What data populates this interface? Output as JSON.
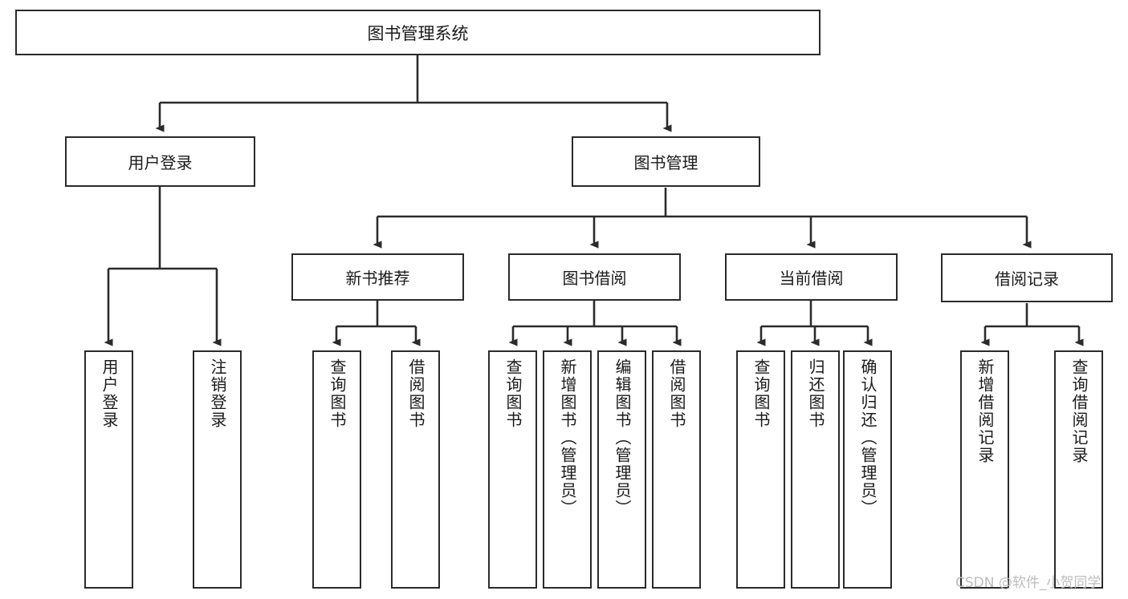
{
  "diagram": {
    "type": "tree-hierarchy",
    "title": "图书管理系统",
    "root": {
      "label": "图书管理系统"
    },
    "level2": [
      {
        "key": "user-login",
        "label": "用户登录"
      },
      {
        "key": "book-manage",
        "label": "图书管理"
      }
    ],
    "groups": [
      {
        "key": "new-book-recommend",
        "label": "新书推荐"
      },
      {
        "key": "book-borrow",
        "label": "图书借阅"
      },
      {
        "key": "current-borrow",
        "label": "当前借阅"
      },
      {
        "key": "borrow-record",
        "label": "借阅记录"
      }
    ],
    "leaves": {
      "user_login": [
        {
          "key": "user-login-leaf",
          "label": "用户登录"
        },
        {
          "key": "logout-leaf",
          "label": "注销登录"
        }
      ],
      "new_book_recommend": [
        {
          "key": "query-book-1",
          "label": "查询图书"
        },
        {
          "key": "borrow-book-1",
          "label": "借阅图书"
        }
      ],
      "book_borrow": [
        {
          "key": "query-book-2",
          "label": "查询图书"
        },
        {
          "key": "add-book",
          "label": "新增图书（管理员）"
        },
        {
          "key": "edit-book",
          "label": "编辑图书（管理员）"
        },
        {
          "key": "borrow-book-2",
          "label": "借阅图书"
        }
      ],
      "current_borrow": [
        {
          "key": "query-book-3",
          "label": "查询图书"
        },
        {
          "key": "return-book",
          "label": "归还图书"
        },
        {
          "key": "confirm-return",
          "label": "确认归还（管理员）"
        }
      ],
      "borrow_record": [
        {
          "key": "add-borrow-record",
          "label": "新增借阅记录"
        },
        {
          "key": "query-borrow-record",
          "label": "查询借阅记录"
        }
      ]
    }
  },
  "watermark": {
    "text": "CSDN @软件_小贺同学"
  },
  "colors": {
    "stroke": "#2b2b2b",
    "box_fill": "#ffffff",
    "text": "#1a1a1a",
    "watermark": "#bdbdbd",
    "background": "#ffffff"
  }
}
